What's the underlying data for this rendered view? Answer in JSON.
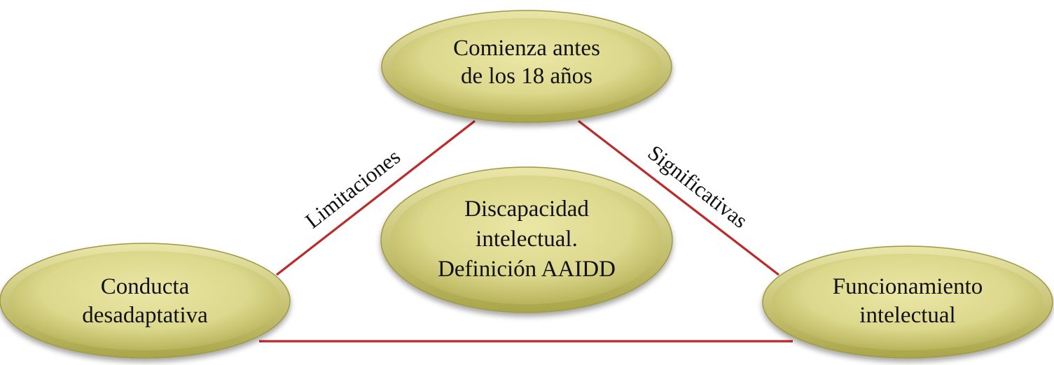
{
  "colors": {
    "edge_line": "#c0282a",
    "node_fill_light": "#e6e29e",
    "node_fill_dark": "#b9b55b",
    "node_outline": "#9f9a45",
    "text": "#111111"
  },
  "nodes": {
    "top": {
      "line1": "Comienza antes",
      "line2": "de los 18 años"
    },
    "center": {
      "line1": "Discapacidad",
      "line2": "intelectual.",
      "line3": "Definición AAIDD"
    },
    "left": {
      "line1": "Conducta",
      "line2": "desadaptativa"
    },
    "right": {
      "line1": "Funcionamiento",
      "line2": "intelectual"
    }
  },
  "edges": {
    "top_left_label": "Limitaciones",
    "top_right_label": "Significativas"
  }
}
